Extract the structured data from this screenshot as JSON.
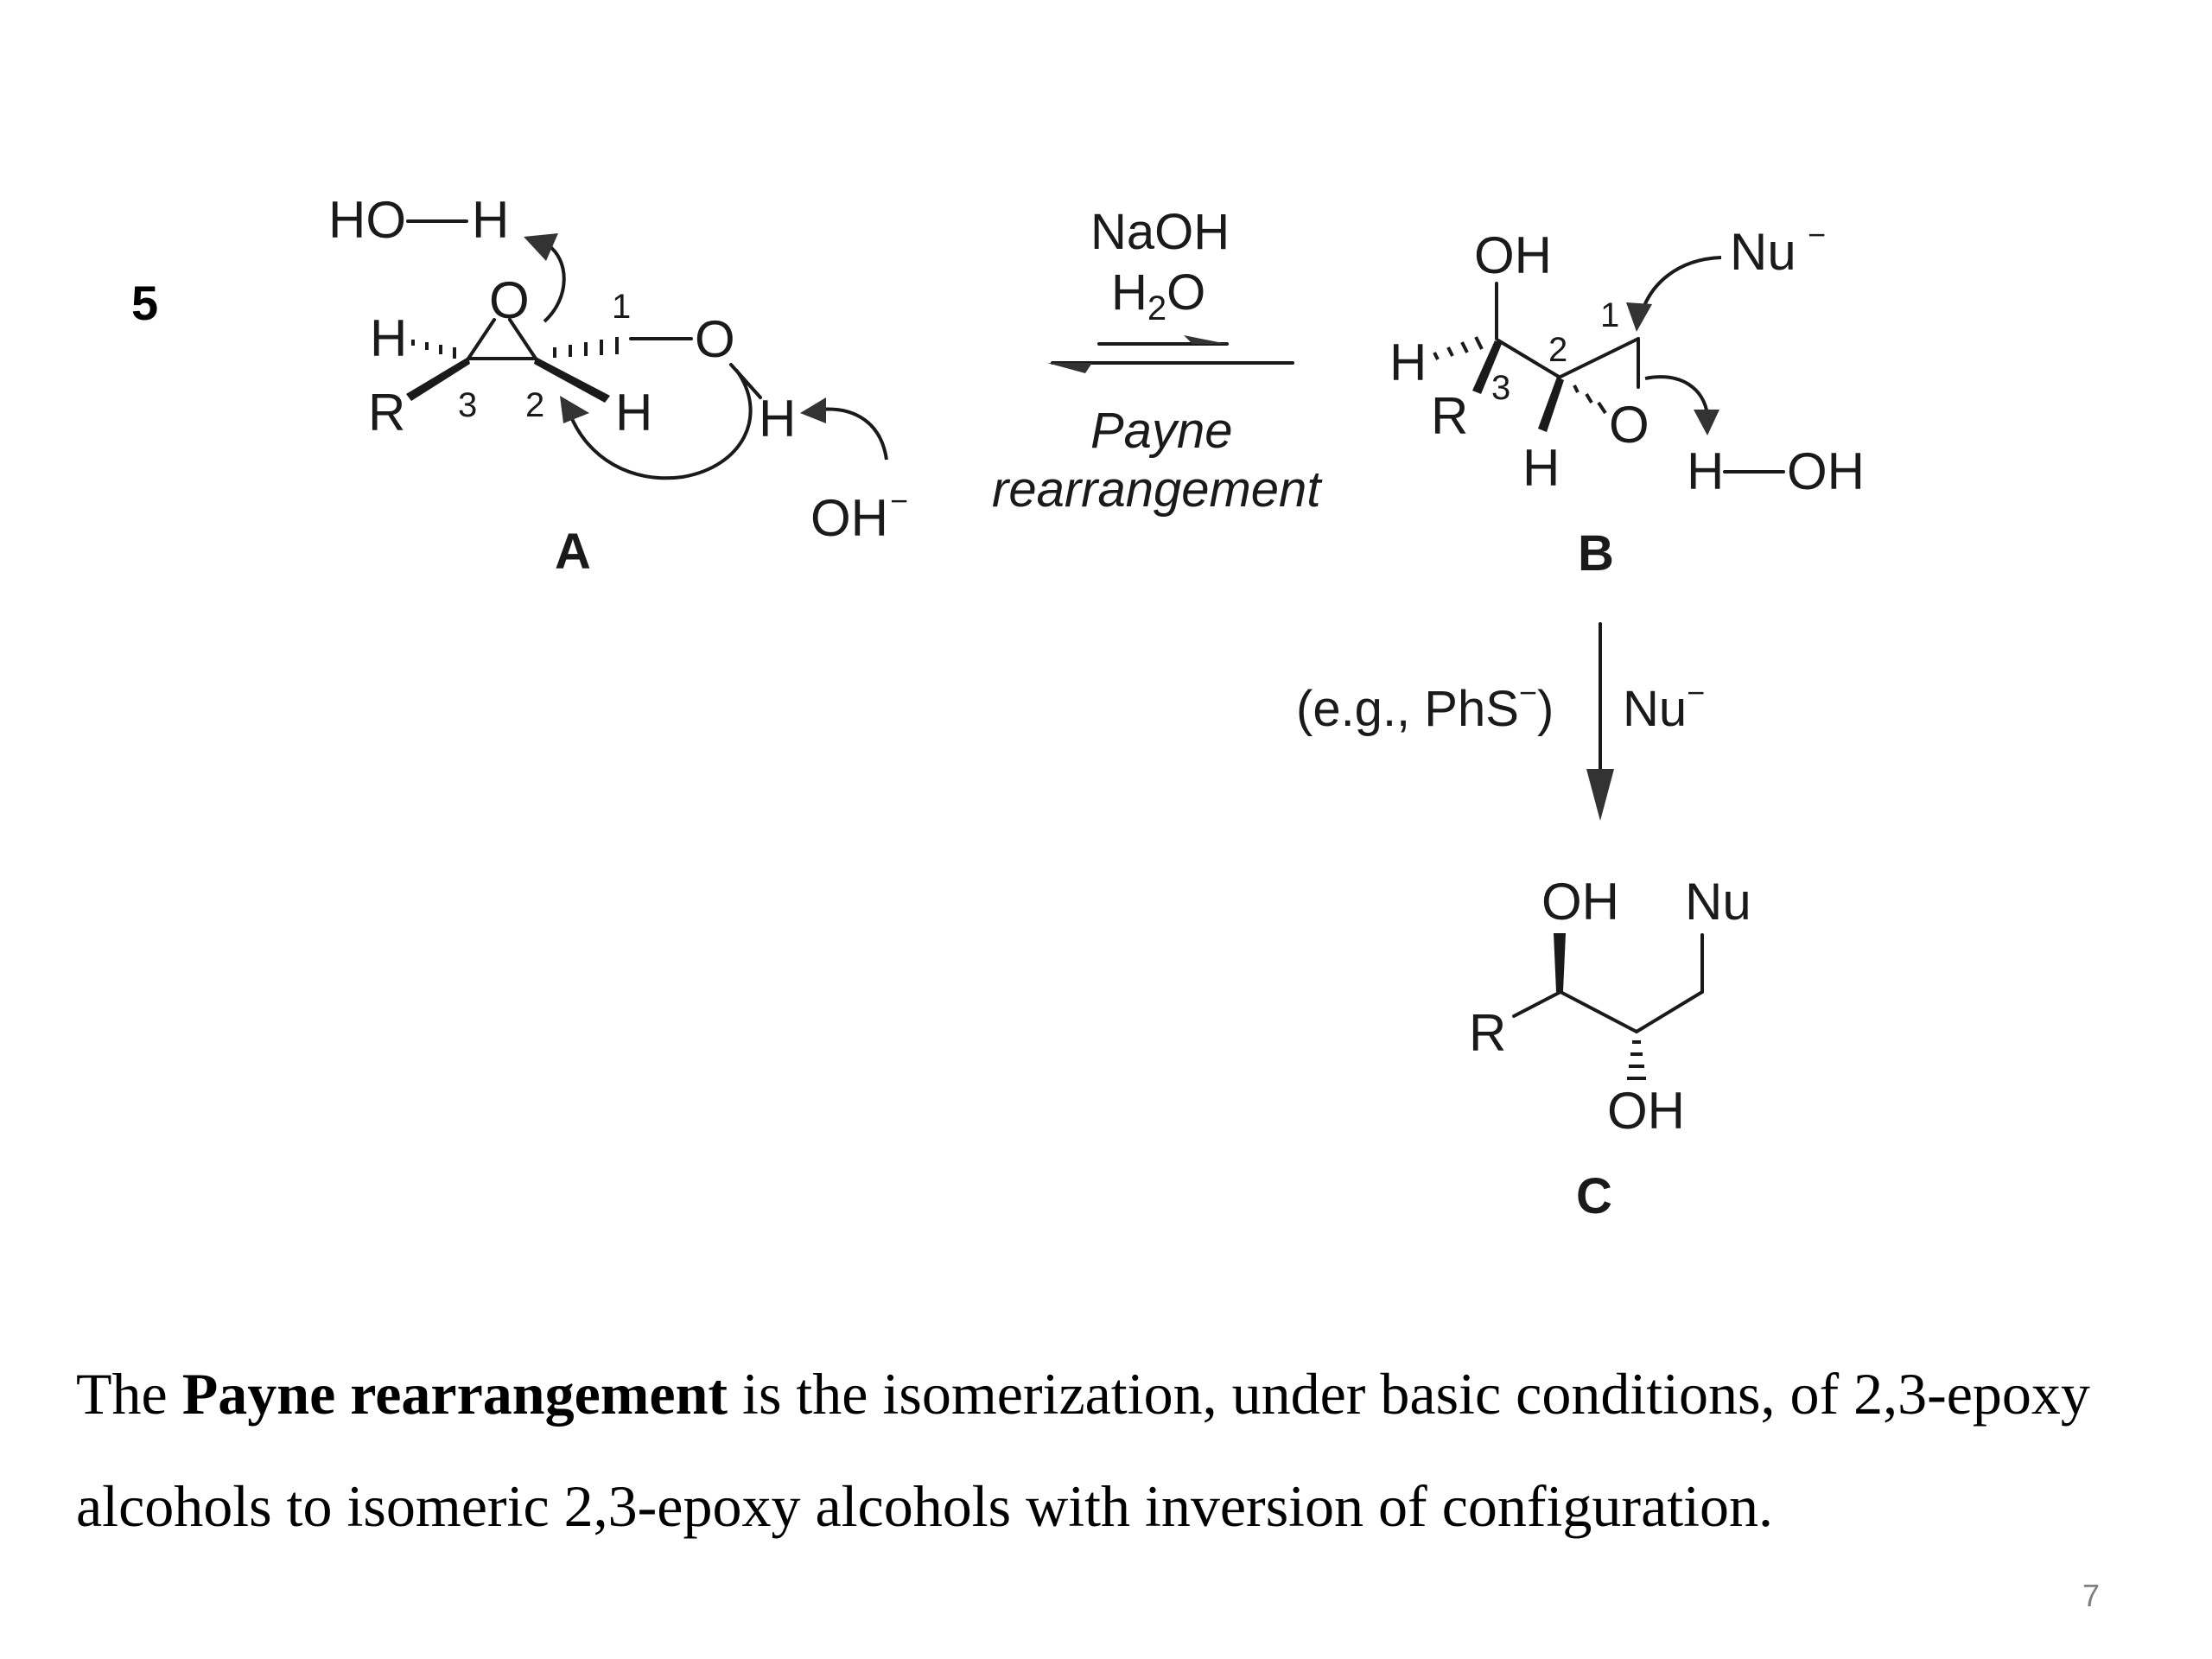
{
  "slide": {
    "step_number": "5",
    "page_number": "7"
  },
  "colors": {
    "text": "#000000",
    "structure": "#1a1a1a",
    "page_number": "#7f7f7f",
    "background": "#ffffff"
  },
  "scheme": {
    "compound_a": {
      "label": "A",
      "water": {
        "ho": "HO",
        "h": "H"
      },
      "epoxide_o": "O",
      "alkoxide_o": "O",
      "h_left": "H",
      "r": "R",
      "h_c2": "H",
      "h_oh": "H",
      "base": "OH",
      "base_charge": "−",
      "numbers": [
        "1",
        "2",
        "3"
      ]
    },
    "equilibrium": {
      "reagent_1": "NaOH",
      "reagent_2_h": "H",
      "reagent_2_sub": "2",
      "reagent_2_o": "O",
      "name_1": "Payne",
      "name_2": "rearrangement"
    },
    "compound_b": {
      "label": "B",
      "oh_top": "OH",
      "h_left": "H",
      "r": "R",
      "h_bottom": "H",
      "epoxide_o": "O",
      "nu": "Nu",
      "nu_charge": "−",
      "water": {
        "h": "H",
        "oh": "OH"
      },
      "numbers": [
        "1",
        "2",
        "3"
      ]
    },
    "ring_opening": {
      "example_open": "(e.g., PhS",
      "example_charge": "−",
      "example_close": ")",
      "nu": "Nu",
      "nu_charge": "−"
    },
    "compound_c": {
      "label": "C",
      "oh_top": "OH",
      "nu": "Nu",
      "r": "R",
      "oh_bottom": "OH"
    }
  },
  "caption": {
    "pre": "The ",
    "bold": "Payne rearrangement",
    "post": " is the isomerization, under basic conditions, of 2,3-epoxy alcohols to isomeric 2,3-epoxy alcohols with inversion of configuration."
  }
}
